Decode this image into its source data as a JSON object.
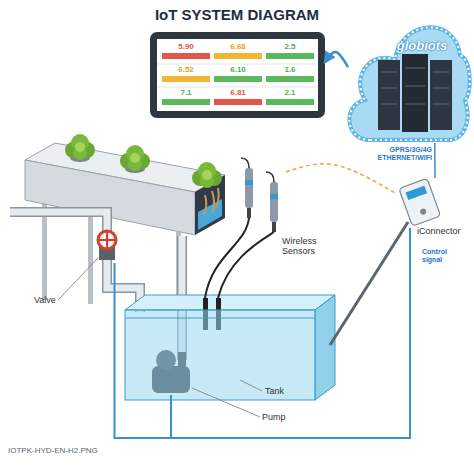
{
  "diagram": {
    "title": "IoT SYSTEM DIAGRAM",
    "caption": "IOTPK-HYD-EN-H2.PNG",
    "nodes": [
      {
        "text": [
          "5.90",
          "6.68",
          "2.5",
          "6.52",
          "6.10",
          "1.6",
          "7.1",
          "6.81",
          "2.1"
        ]
      },
      {
        "text": [
          "globiots"
        ]
      },
      {
        "text": [
          "Wireless Sensors"
        ]
      },
      {
        "text": [
          "iConnector"
        ]
      },
      {
        "text": [
          "Valve"
        ]
      },
      {
        "text": [
          "Tank"
        ]
      },
      {
        "text": [
          "Pump"
        ],
        "in": 5
      }
    ],
    "edges": [
      {
        "from": 1,
        "to": 0,
        "arrow": "to"
      },
      {
        "from": 3,
        "to": 1,
        "label": "GPRS/3G/4G ETHERNET/WIFI",
        "arrow": "none"
      },
      {
        "from": 2,
        "to": 3,
        "arrow": "none"
      },
      {
        "from": 3,
        "to": 4,
        "label": "Control signal",
        "arrow": "none"
      },
      {
        "from": 3,
        "to": 6,
        "arrow": "none"
      }
    ]
  }
}
